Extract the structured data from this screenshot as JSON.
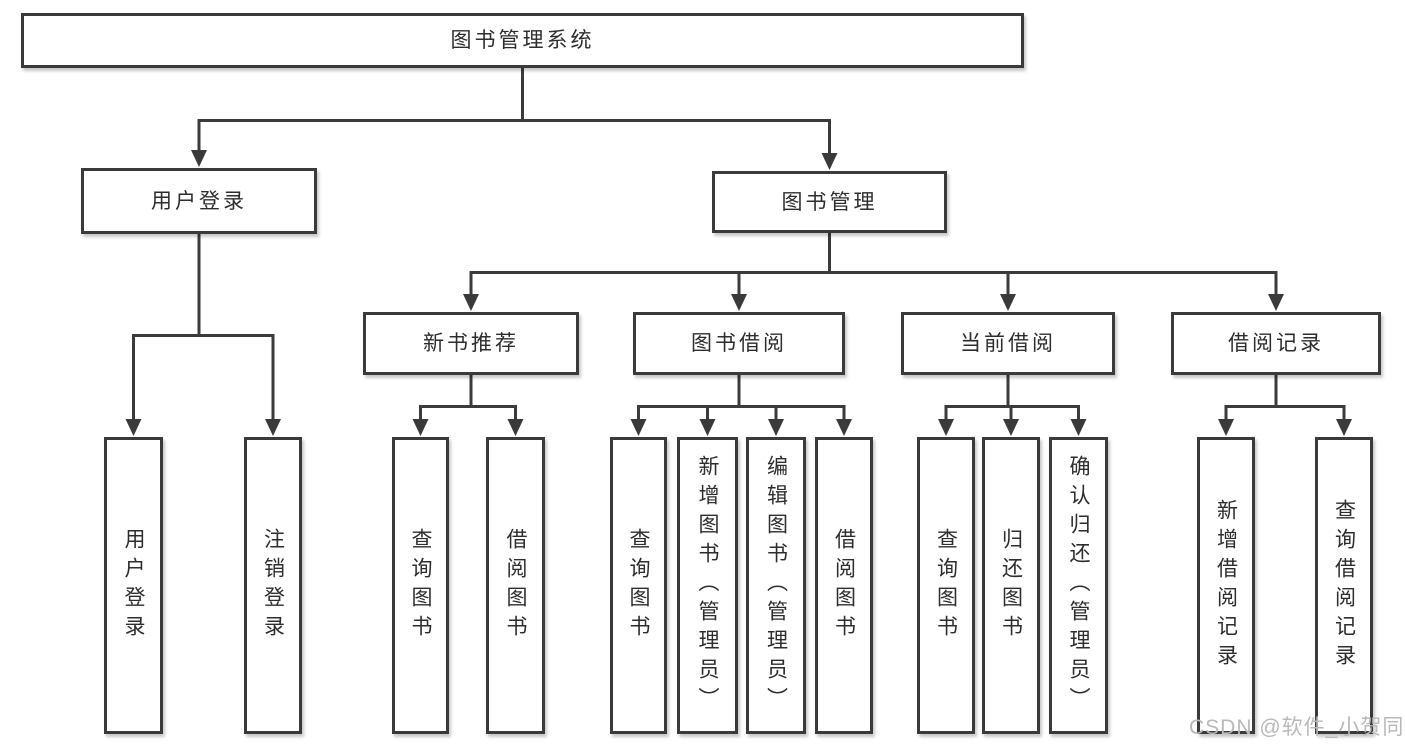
{
  "diagram": {
    "root": {
      "label": "图书管理系统"
    },
    "branches": [
      {
        "label": "用户登录",
        "children": [
          {
            "label": "用户登录"
          },
          {
            "label": "注销登录"
          }
        ]
      },
      {
        "label": "图书管理",
        "children": [
          {
            "label": "新书推荐",
            "children": [
              {
                "label": "查询图书"
              },
              {
                "label": "借阅图书"
              }
            ]
          },
          {
            "label": "图书借阅",
            "children": [
              {
                "label": "查询图书"
              },
              {
                "label": "新增图书（管理员）"
              },
              {
                "label": "编辑图书（管理员）"
              },
              {
                "label": "借阅图书"
              }
            ]
          },
          {
            "label": "当前借阅",
            "children": [
              {
                "label": "查询图书"
              },
              {
                "label": "归还图书"
              },
              {
                "label": "确认归还（管理员）"
              }
            ]
          },
          {
            "label": "借阅记录",
            "children": [
              {
                "label": "新增借阅记录"
              },
              {
                "label": "查询借阅记录"
              }
            ]
          }
        ]
      }
    ]
  },
  "watermark": {
    "text": "CSDN @软件_小贺同学",
    "color": "#b9b9b9"
  },
  "colors": {
    "background": "#ffffff",
    "line": "#3b3b3b",
    "box_border": "#3a3a3a",
    "box_fill": "#ffffff",
    "text": "#2d2d2d"
  }
}
